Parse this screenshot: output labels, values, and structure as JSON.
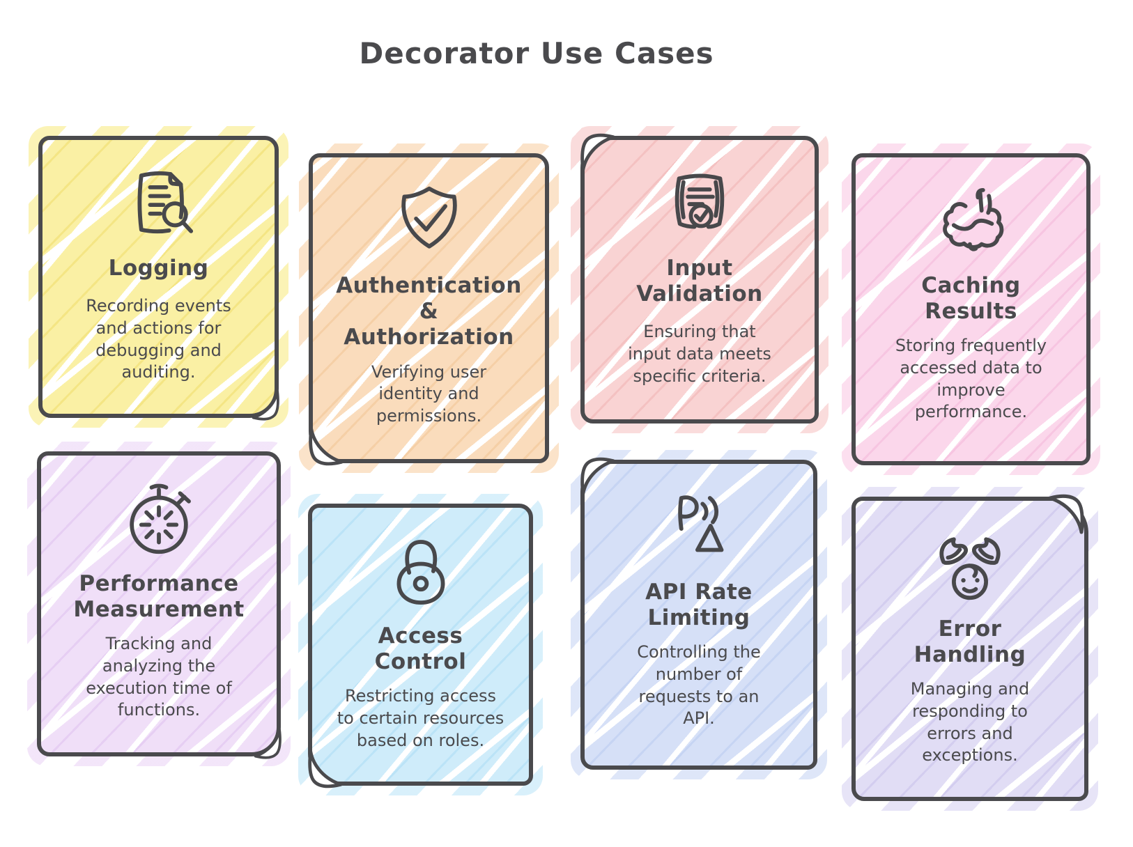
{
  "title": "Decorator Use Cases",
  "theme": {
    "ink": "#4A4A4D",
    "background": "#FFFFFF"
  },
  "cards": [
    {
      "name": "logging",
      "title": "Logging",
      "description": "Recording events\nand actions for\ndebugging and\nauditing.",
      "icon": "document-search-icon",
      "color": "#FAF0A4",
      "color_deep": "#F4E584"
    },
    {
      "name": "authentication-authorization",
      "title": "Authentication\n&\nAuthorization",
      "description": "Verifying user\nidentity and\npermissions.",
      "icon": "shield-check-icon",
      "color": "#FADCBC",
      "color_deep": "#F5CFA6"
    },
    {
      "name": "input-validation",
      "title": "Input\nValidation",
      "description": "Ensuring that\ninput data meets\nspecific criteria.",
      "icon": "certificate-check-icon",
      "color": "#F9D3D3",
      "color_deep": "#F4C1C1"
    },
    {
      "name": "caching-results",
      "title": "Caching\nResults",
      "description": "Storing frequently\naccessed data to\nimprove\nperformance.",
      "icon": "brain-icon",
      "color": "#FBD7EB",
      "color_deep": "#F7C5E1"
    },
    {
      "name": "performance-measurement",
      "title": "Performance\nMeasurement",
      "description": "Tracking and\nanalyzing the\nexecution time of\nfunctions.",
      "icon": "stopwatch-icon",
      "color": "#F0DFF8",
      "color_deep": "#E6CEF3"
    },
    {
      "name": "access-control",
      "title": "Access\nControl",
      "description": "Restricting access\nto certain resources\nbased on roles.",
      "icon": "padlock-icon",
      "color": "#CFECFA",
      "color_deep": "#BBE3F7"
    },
    {
      "name": "api-rate-limiting",
      "title": "API Rate\nLimiting",
      "description": "Controlling the\nnumber of\nrequests to an\nAPI.",
      "icon": "broadcast-icon",
      "color": "#D6E0F7",
      "color_deep": "#C6D4F3"
    },
    {
      "name": "error-handling",
      "title": "Error\nHandling",
      "description": "Managing and\nresponding to\nerrors and\nexceptions.",
      "icon": "caring-hands-icon",
      "color": "#E1DDF5",
      "color_deep": "#D3CDEF"
    }
  ]
}
